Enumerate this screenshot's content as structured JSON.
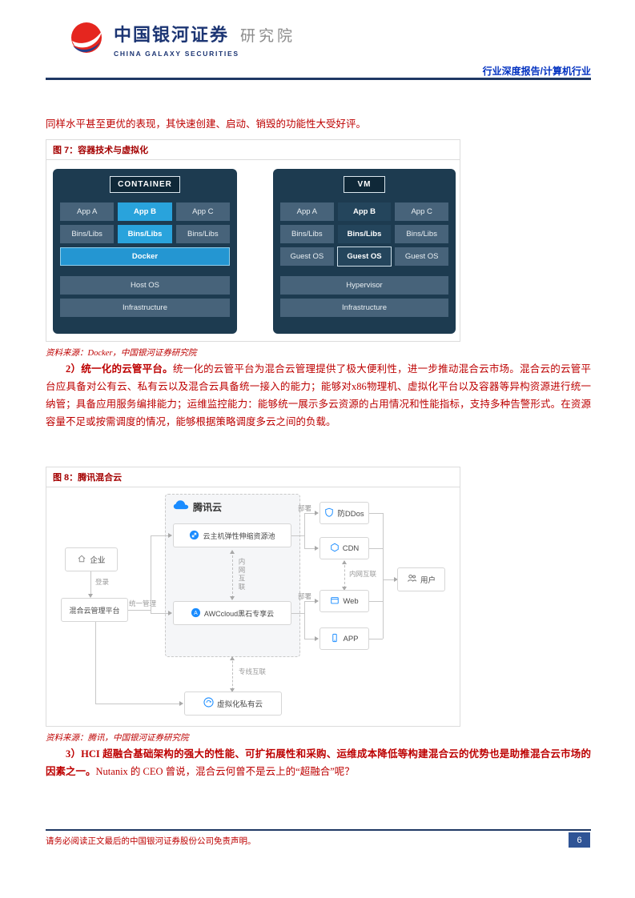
{
  "colors": {
    "brand_navy": "#1f3864",
    "link_blue": "#0030c0",
    "text_red": "#bd0000",
    "panel_dark": "#1d3b50",
    "docker_blue": "#2496d2",
    "highlight_blue": "#29a3dc",
    "tencent_blue": "#1a8cff",
    "page_badge_blue": "#2f5496"
  },
  "header": {
    "brand_cn": "中国银河证券",
    "brand_suffix": "研究院",
    "brand_en": "CHINA GALAXY SECURITIES",
    "report_type": "行业深度报告/计算机行业"
  },
  "body": {
    "intro": "同样水平甚至更优的表现，其快速创建、启动、销毁的功能性大受好评。",
    "para2_bold": "2）统一化的云管平台。",
    "para2_text": "统一化的云管平台为混合云管理提供了极大便利性，进一步推动混合云市场。混合云的云管平台应具备对公有云、私有云以及混合云具备统一接入的能力；能够对x86物理机、虚拟化平台以及容器等异构资源进行统一纳管；具备应用服务编排能力；运维监控能力：能够统一展示多云资源的占用情况和性能指标，支持多种告警形式。在资源容量不足或按需调度的情况，能够根据策略调度多云之间的负载。",
    "para3_bold": "3）HCI 超融合基础架构的强大的性能、可扩拓展性和采购、运维成本降低等构建混合云的优势也是助推混合云市场的因素之一。",
    "para3_text": "Nutanix 的 CEO 曾说，混合云何曾不是云上的“超融合”呢？"
  },
  "figure7": {
    "caption": "图 7：容器技术与虚拟化",
    "source": "资料来源：Docker，中国银河证券研究院",
    "container": {
      "header": "CONTAINER",
      "apps": [
        "App A",
        "App B",
        "App C"
      ],
      "bins": [
        "Bins/Libs",
        "Bins/Libs",
        "Bins/Libs"
      ],
      "docker": "Docker",
      "host": "Host OS",
      "infra": "Infrastructure"
    },
    "vm": {
      "header": "VM",
      "apps": [
        "App A",
        "App B",
        "App C"
      ],
      "bins": [
        "Bins/Libs",
        "Bins/Libs",
        "Bins/Libs"
      ],
      "guests": [
        "Guest OS",
        "Guest OS",
        "Guest OS"
      ],
      "hypervisor": "Hypervisor",
      "infra": "Infrastructure"
    }
  },
  "figure8": {
    "caption": "图 8：腾讯混合云",
    "source": "资料来源：腾讯，中国银河证券研究院",
    "nodes": {
      "tencent_logo": "腾讯云",
      "enterprise": "企业",
      "mgmt_platform": "混合云管理平台",
      "elastic_pool": "云主机弹性伸缩资源池",
      "awc_cloud": "AWCcloud黑石专享云",
      "anti_ddos": "防DDos",
      "cdn": "CDN",
      "web": "Web",
      "app": "APP",
      "user": "用户",
      "private_cloud": "虚拟化私有云"
    },
    "labels": {
      "login": "登录",
      "unified": "统一管理",
      "intranet": "内网互联",
      "deploy": "部署",
      "leased_line": "专线互联"
    }
  },
  "footer": {
    "disclaimer": "请务必阅读正文最后的中国银河证券股份公司免责声明。",
    "page": "6"
  }
}
